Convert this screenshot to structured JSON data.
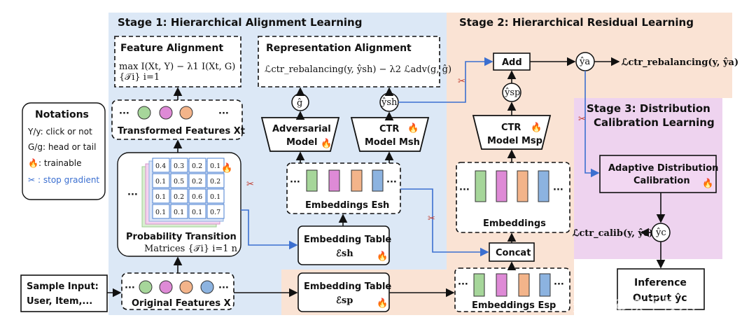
{
  "stages": {
    "stage1": "Stage 1: Hierarchical Alignment Learning",
    "stage2": "Stage 2: Hierarchical Residual Learning",
    "stage3_line1": "Stage 3: Distribution",
    "stage3_line2": "Calibration Learning"
  },
  "feature_alignment": {
    "title": "Feature Alignment",
    "formula": "max I(Xt, Y) − λ1 I(Xt, G)",
    "formula_sub": "{𝒯i} i=1"
  },
  "representation_alignment": {
    "title": "Representation Alignment",
    "formula": "ℒctr_rebalancing(y, ŷsh) − λ2 ℒadv(g, ĝ)"
  },
  "transformed_features": {
    "label": "Transformed Features Xt",
    "dots": "···"
  },
  "notations": {
    "title": "Notations",
    "y": "Y/y: click or not",
    "g": "G/g: head or tail",
    "trainable": ": trainable",
    "stop": ": stop gradient"
  },
  "matrix": {
    "rows": [
      [
        "0.4",
        "0.3",
        "0.2",
        "0.1"
      ],
      [
        "0.1",
        "0.5",
        "0.2",
        "0.2"
      ],
      [
        "0.1",
        "0.2",
        "0.6",
        "0.1"
      ],
      [
        "0.1",
        "0.1",
        "0.1",
        "0.7"
      ]
    ],
    "dots": "···",
    "title_line1": "Probability Transition",
    "title_line2": "Matrices {𝒯i} i=1 n"
  },
  "nodes": {
    "g_hat": "ĝ",
    "y_sh": "ŷsh",
    "y_sp": "ŷsp",
    "y_a": "ŷa",
    "y_c": "ŷc"
  },
  "models": {
    "adversarial_line1": "Adversarial",
    "adversarial_line2": "Model",
    "ctr_sh_line1": "CTR",
    "ctr_sh_line2": "Model Msh",
    "ctr_sp_line1": "CTR",
    "ctr_sp_line2": "Model Msp"
  },
  "embeddings_sh": "Embeddings Esh",
  "embeddings_mid": "Embeddings",
  "embeddings_sp": "Embeddings Esp",
  "embedding_table_sh": {
    "line1": "Embedding Table",
    "line2": "ℰsh"
  },
  "embedding_table_sp": {
    "line1": "Embedding Table",
    "line2": "ℰsp"
  },
  "add": "Add",
  "concat": "Concat",
  "loss_rebal": "ℒctr_rebalancing(y, ŷa)",
  "loss_calib": "ℒctr_calib(y, ŷc)",
  "calibration": {
    "line1": "Adaptive Distribution",
    "line2": "Calibration"
  },
  "sample_input": {
    "line1": "Sample Input:",
    "line2": "User, Item,..."
  },
  "original_features": {
    "label": "Original Features X",
    "dots": "···"
  },
  "inference": {
    "line1": "Inference",
    "line2": "Output ŷc"
  },
  "watermark": "知乎 @快手技术",
  "colors": {
    "stage1_bg": "#dce8f6",
    "stage2_bg": "#fae3d4",
    "stage3_bg": "#eed3ef",
    "stop_arrow": "#3b6fd0",
    "green": "#a6d69a",
    "pink": "#de8ad6",
    "orange": "#f3b48a",
    "blue": "#8cb3e0"
  }
}
